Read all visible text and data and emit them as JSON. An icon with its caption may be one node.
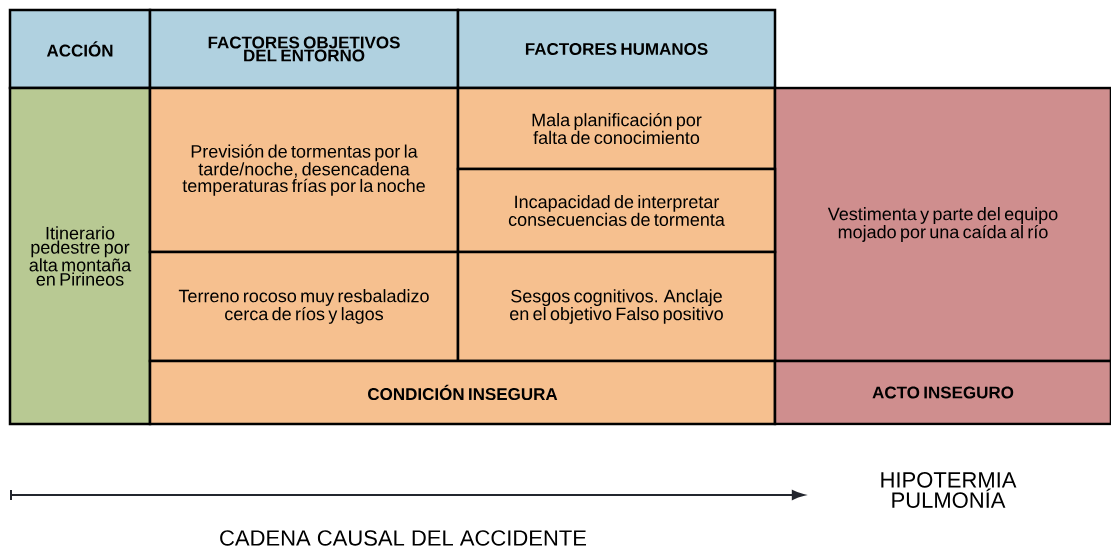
{
  "diagram": {
    "nodes": [
      {
        "text": [
          "ACCIÓN"
        ]
      },
      {
        "text": [
          "FACTORES OBJETIVOS DEL ENTORNO"
        ]
      },
      {
        "text": [
          "FACTORES HUMANOS"
        ]
      },
      {
        "text": [
          "Itinerario pedestre por alta montaña en Pirineos"
        ]
      },
      {
        "text": [
          "Previsión de tormentas por la tarde/noche, desencadena temperaturas frías por la noche"
        ]
      },
      {
        "text": [
          "Mala planificación por falta de conocimiento"
        ]
      },
      {
        "text": [
          "Vestimenta y parte del equipo mojado por una caída al río"
        ]
      },
      {
        "text": [
          "Incapacidad de interpretar consecuencias de tormenta"
        ]
      },
      {
        "text": [
          "Terreno rocoso muy resbaladizo cerca de ríos y lagos"
        ]
      },
      {
        "text": [
          "Sesgos cognitivos. Anclaje en el objetivo Falso positivo"
        ]
      },
      {
        "text": [
          "CONDICIÓN INSEGURA"
        ]
      },
      {
        "text": [
          "ACTO INSEGURO"
        ]
      },
      {
        "text": [
          "HIPOTERMIA PULMONÍA"
        ]
      }
    ],
    "edges": [
      {
        "from": null,
        "to": 12,
        "arrow": "to"
      }
    ],
    "labels": [
      "CADENA CAUSAL DEL ACCIDENTE"
    ]
  }
}
